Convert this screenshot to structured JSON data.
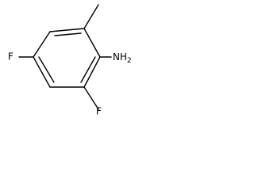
{
  "molecule": {
    "atoms": {
      "amine": "NH",
      "amine_subscript": "2",
      "fluorine_para": "F",
      "fluorine_ortho": "F"
    },
    "bond_color": "#000000",
    "background": "#ffffff"
  }
}
